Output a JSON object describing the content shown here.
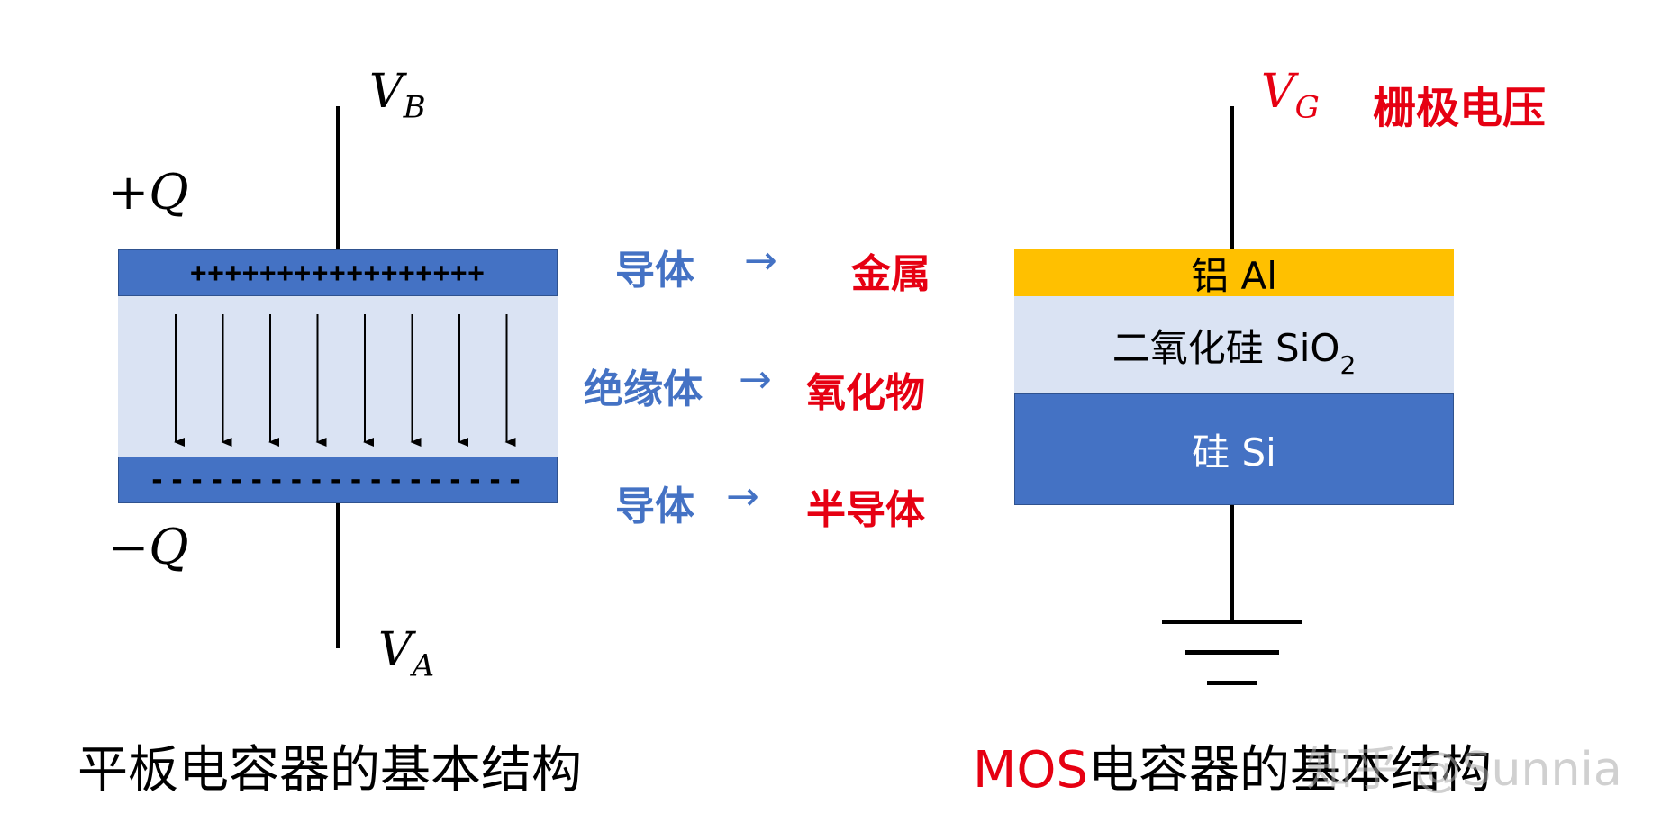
{
  "left_capacitor": {
    "top_terminal_label": "V",
    "top_terminal_sub": "B",
    "bottom_terminal_label": "V",
    "bottom_terminal_sub": "A",
    "positive_charge_label": "+Q",
    "negative_charge_label": "−Q",
    "top_plate_charges": "+++++++++++++++++",
    "bottom_plate_charges": "-------------------",
    "field_arrow_count": 8,
    "caption": "平板电容器的基本结构"
  },
  "mapping": {
    "arrow": "→",
    "rows": [
      {
        "from": "导体",
        "to": "金属"
      },
      {
        "from": "绝缘体",
        "to": "氧化物"
      },
      {
        "from": "导体",
        "to": "半导体"
      }
    ]
  },
  "mos_capacitor": {
    "gate_label": "V",
    "gate_sub": "G",
    "gate_description": "栅极电压",
    "layers": {
      "metal": "铝 Al",
      "oxide_main": "二氧化硅 SiO",
      "oxide_sub": "2",
      "semiconductor": "硅 Si"
    },
    "caption_accent": "MOS",
    "caption_rest": "电容器的基本结构"
  },
  "watermark": "知乎 @Sunnia",
  "colors": {
    "plate_blue": "#4472c4",
    "dielectric_light_blue": "#dae3f3",
    "aluminum_gold": "#ffc000",
    "accent_red": "#e60012",
    "mapping_blue": "#4472c4"
  }
}
